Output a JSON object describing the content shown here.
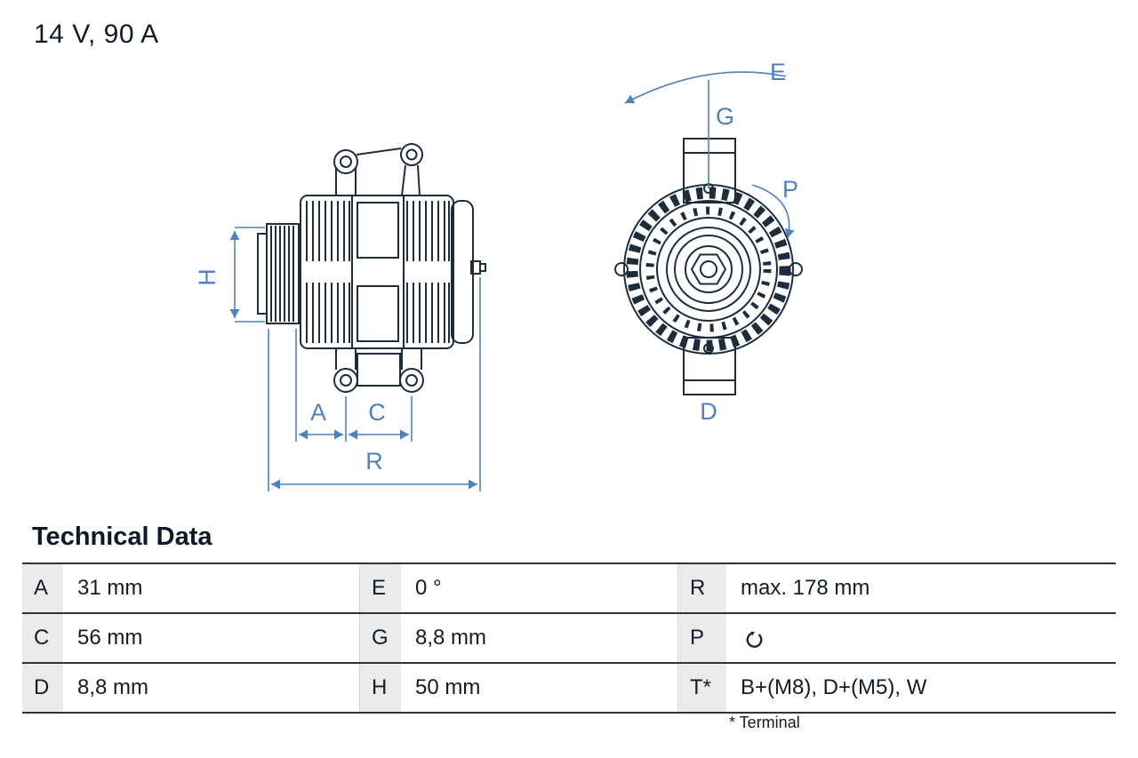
{
  "header": {
    "title": "14 V, 90 A"
  },
  "drawing": {
    "labels": {
      "H": "H",
      "A": "A",
      "C": "C",
      "R": "R",
      "E": "E",
      "G": "G",
      "P": "P",
      "D": "D"
    },
    "colors": {
      "dimension": "#4f81bd",
      "line": "#1e2d3c"
    }
  },
  "table": {
    "heading": "Technical Data",
    "rows": [
      [
        {
          "key": "A",
          "value": "31 mm"
        },
        {
          "key": "E",
          "value": "0 °"
        },
        {
          "key": "R",
          "value": "max. 178 mm"
        }
      ],
      [
        {
          "key": "C",
          "value": "56 mm"
        },
        {
          "key": "G",
          "value": "8,8 mm"
        },
        {
          "key": "P",
          "value": "",
          "value_icon": "clockwise-rotation-icon"
        }
      ],
      [
        {
          "key": "D",
          "value": "8,8 mm"
        },
        {
          "key": "H",
          "value": "50 mm"
        },
        {
          "key": "T*",
          "value": "B+(M8), D+(M5), W"
        }
      ]
    ],
    "footnote": "* Terminal"
  }
}
